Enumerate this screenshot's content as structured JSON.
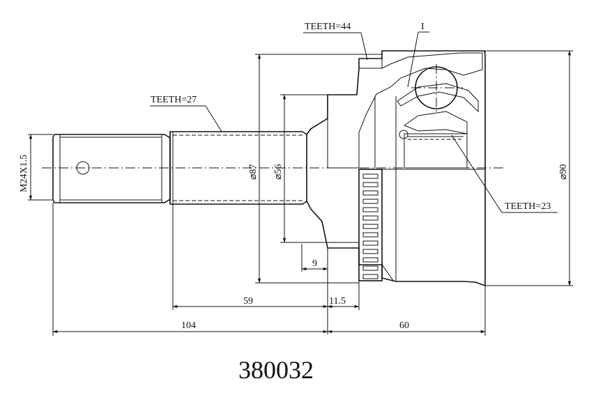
{
  "labels": {
    "teeth_outer": "TEETH=44",
    "teeth_shaft": "TEETH=27",
    "teeth_inner": "TEETH=23",
    "detail_mark": "I",
    "thread": "M24X1.5",
    "dia_87": "⌀87",
    "dia_56": "⌀56",
    "dia_90": "⌀90",
    "dim_9": "9",
    "dim_59": "59",
    "dim_11_5": "11.5",
    "dim_104": "104",
    "dim_60": "60"
  },
  "part_number": "380032"
}
